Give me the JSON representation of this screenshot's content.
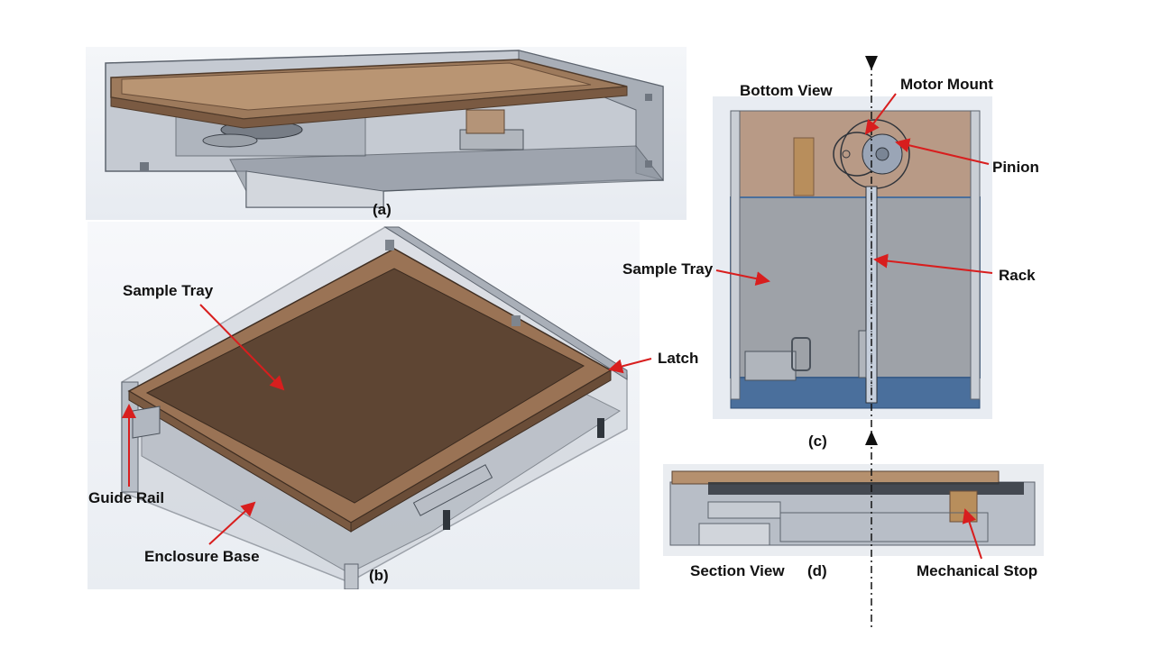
{
  "figure": {
    "panel_a_caption": "(a)",
    "panel_b_caption": "(b)",
    "panel_c_caption": "(c)",
    "panel_d_caption": "(d)"
  },
  "labels": {
    "sample_tray_b": "Sample Tray",
    "latch": "Latch",
    "guide_rail": "Guide Rail",
    "enclosure_base": "Enclosure Base",
    "bottom_view": "Bottom View",
    "motor_mount": "Motor Mount",
    "pinion": "Pinion",
    "sample_tray_c": "Sample Tray",
    "rack": "Rack",
    "section_view": "Section View",
    "mechanical_stop": "Mechanical Stop"
  },
  "colors": {
    "tray_brown": "#5e4533",
    "tray_rim": "#9a7355",
    "enclosure_gray": "#b9bfc8",
    "enclosure_edge": "#5d646e",
    "arrow_red": "#d81e1e",
    "bottom_tan": "#b89a86",
    "bottom_gray": "#9ea2a8",
    "bottom_blue": "#4a6f9c"
  }
}
